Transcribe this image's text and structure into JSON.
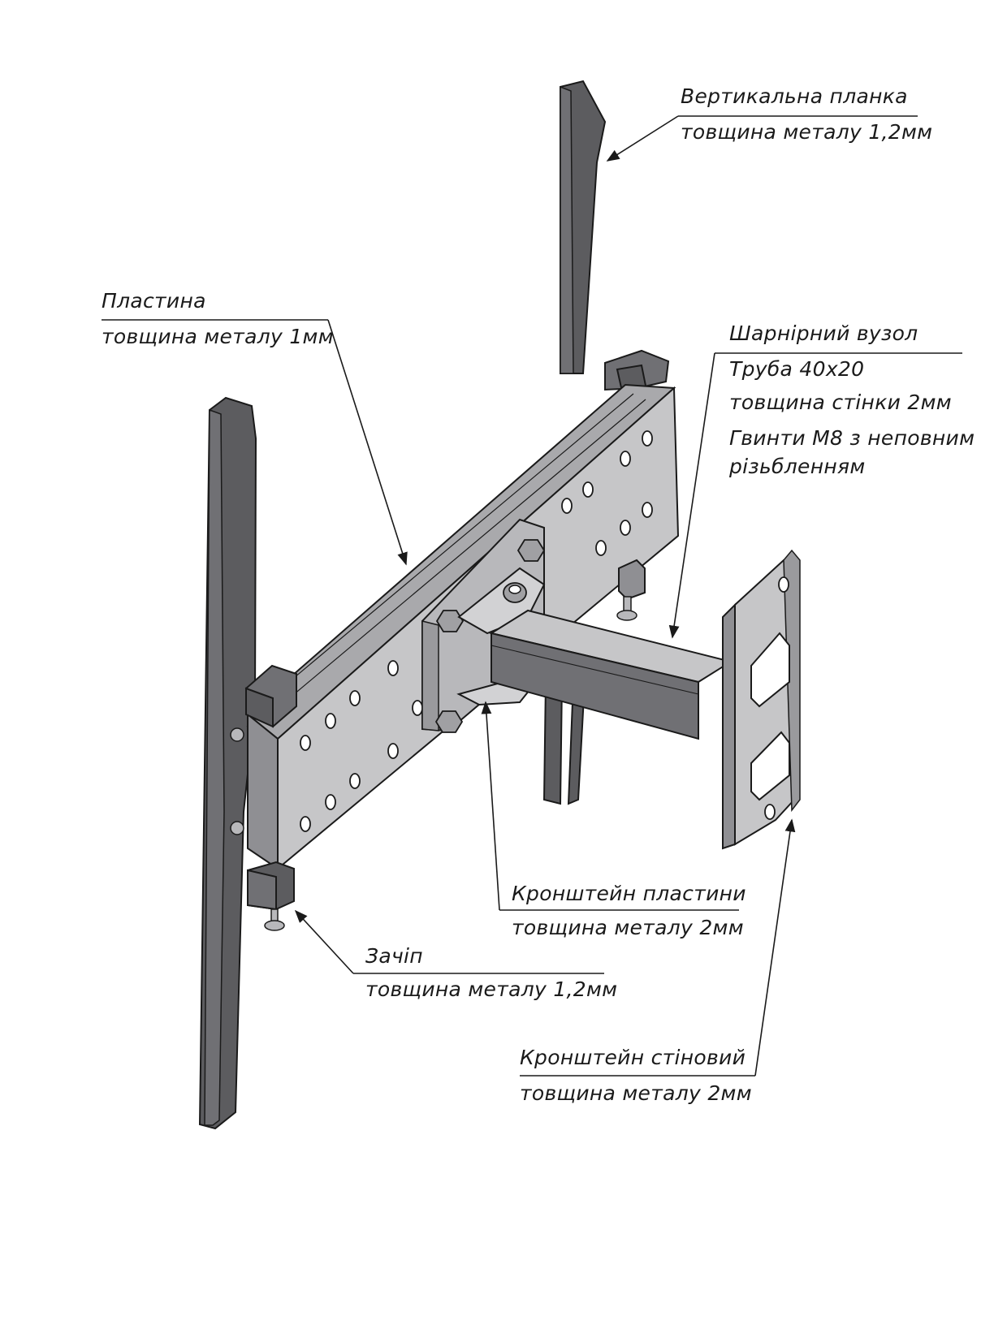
{
  "callouts": {
    "vertical_bar": {
      "title": "Вертикальна планка",
      "detail": "товщина металу 1,2мм"
    },
    "plate": {
      "title": "Пластина",
      "detail": "товщина металу 1мм"
    },
    "hinge": {
      "title": "Шарнірний вузол",
      "lines": [
        "Труба 40х20",
        "товщина стінки 2мм",
        "Гвинти М8 з неповним",
        "різьбленням"
      ]
    },
    "plate_bracket": {
      "title": "Кронштейн пластини",
      "detail": "товщина металу 2мм"
    },
    "latch": {
      "title": "Зачіп",
      "detail": "товщина металу 1,2мм"
    },
    "wall_bracket": {
      "title": "Кронштейн стіновий",
      "detail": "товщина металу 2мм"
    }
  },
  "colors": {
    "stroke": "#1a1a1a",
    "bar_dark": "#5c5c5f",
    "bar_mid": "#707074",
    "plate_light": "#c6c6c8",
    "plate_mid": "#a9a9ac",
    "plate_dark": "#8f8f93",
    "hole": "#ffffff"
  }
}
